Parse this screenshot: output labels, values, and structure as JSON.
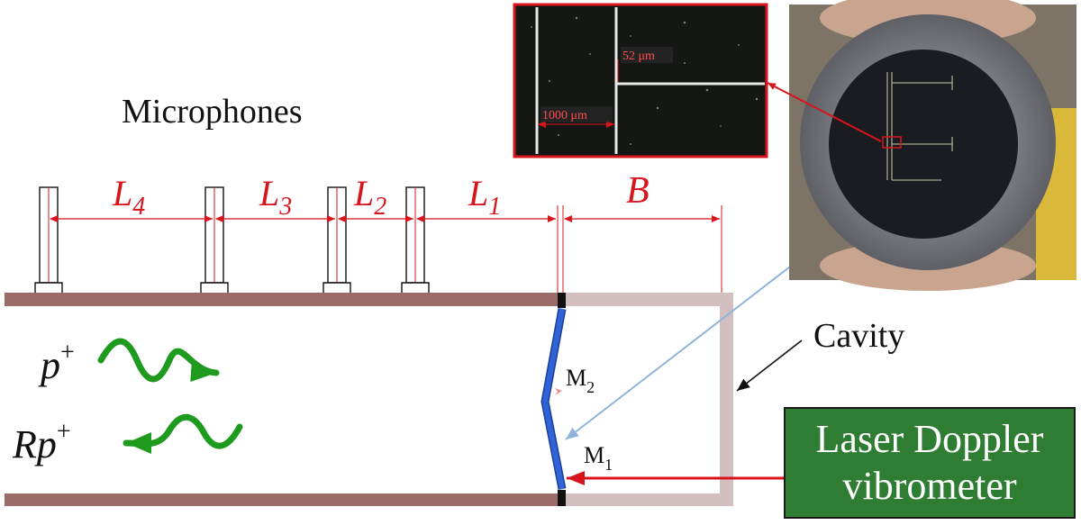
{
  "labels": {
    "microphones": "Microphones",
    "cavity": "Cavity",
    "L4": "L",
    "L4_sub": "4",
    "L3": "L",
    "L3_sub": "3",
    "L2": "L",
    "L2_sub": "2",
    "L1": "L",
    "L1_sub": "1",
    "B": "B",
    "p": "p",
    "p_sup": "+",
    "Rp": "Rp",
    "Rp_sup": "+",
    "M2": "M",
    "M2_sub": "2",
    "M1": "M",
    "M1_sub": "1"
  },
  "ldv": {
    "line1": "Laser Doppler",
    "line2": "vibrometer"
  },
  "micrograph": {
    "label_52": "52 μm",
    "label_1000": "1000 μm"
  },
  "colors": {
    "duct_wall": "#9c6b68",
    "cavity_wall": "#d3bfc0",
    "membrane": "#2f63d6",
    "dimension": "#d8141c",
    "wave": "#1e9a1e",
    "laser": "#d8141c",
    "ldv_box": "#2e7d32",
    "light_ray": "#8fb4dc"
  }
}
